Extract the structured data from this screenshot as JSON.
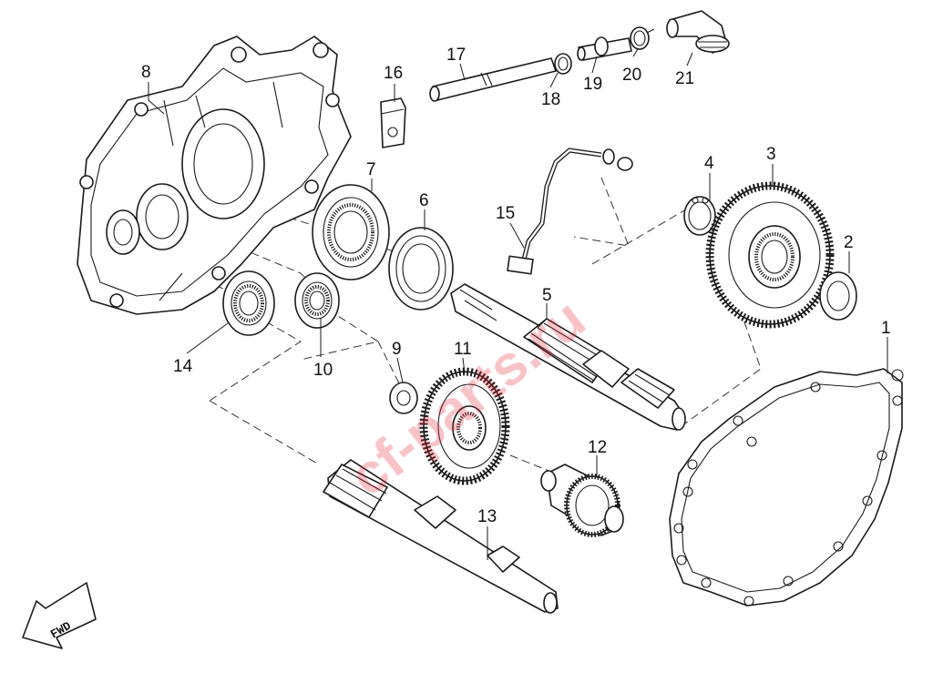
{
  "watermark": "cf-parts.ru",
  "fwd_label": "FWD",
  "callouts": [
    {
      "id": "c1",
      "label": "1"
    },
    {
      "id": "c2",
      "label": "2"
    },
    {
      "id": "c3",
      "label": "3"
    },
    {
      "id": "c4",
      "label": "4"
    },
    {
      "id": "c5",
      "label": "5"
    },
    {
      "id": "c6",
      "label": "6"
    },
    {
      "id": "c7",
      "label": "7"
    },
    {
      "id": "c8",
      "label": "8"
    },
    {
      "id": "c9",
      "label": "9"
    },
    {
      "id": "c10",
      "label": "10"
    },
    {
      "id": "c11",
      "label": "11"
    },
    {
      "id": "c12",
      "label": "12"
    },
    {
      "id": "c13",
      "label": "13"
    },
    {
      "id": "c14",
      "label": "14"
    },
    {
      "id": "c15",
      "label": "15"
    },
    {
      "id": "c16",
      "label": "16"
    },
    {
      "id": "c17",
      "label": "17"
    },
    {
      "id": "c18",
      "label": "18"
    },
    {
      "id": "c19",
      "label": "19"
    },
    {
      "id": "c20",
      "label": "20"
    },
    {
      "id": "c21",
      "label": "21"
    }
  ],
  "colors": {
    "line": "#1a1a1a",
    "watermark": "#e62837",
    "background": "#ffffff"
  }
}
